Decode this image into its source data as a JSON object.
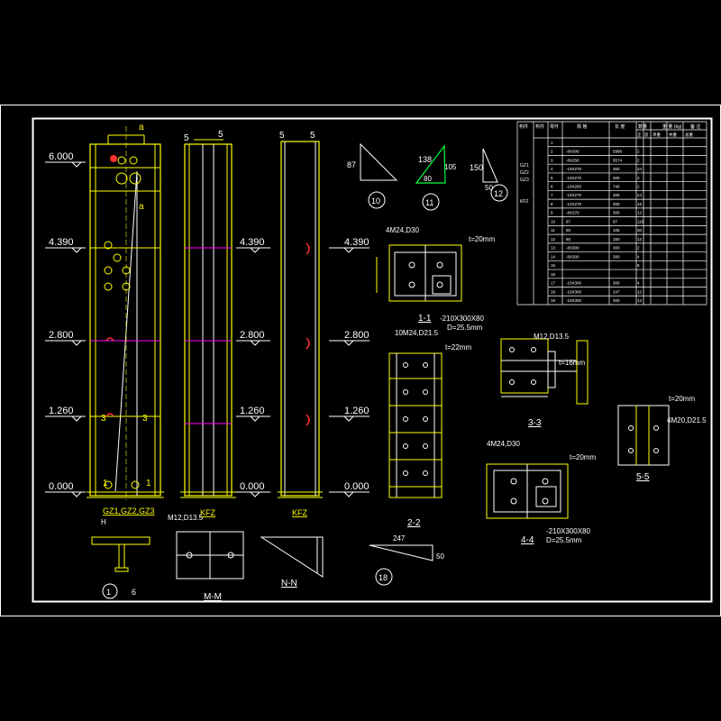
{
  "colors": {
    "background": "#000000",
    "frame": "#ffffff",
    "steel": "#ffff00",
    "weld": "#ff3030",
    "gridline": "#ff00ff",
    "table": "#ffffff",
    "highlight": "#00ff40"
  },
  "elevations": [
    "6.000",
    "4.390",
    "2.800",
    "1.260",
    "0.000"
  ],
  "columns": {
    "gz": {
      "caption": "GZ1,GZ2,GZ3"
    },
    "kfz1": {
      "caption": "KFZ"
    },
    "kfz2": {
      "caption": "KFZ"
    }
  },
  "dims": {
    "top_5a": "5",
    "top_5b": "5",
    "top_5c": "5",
    "top_5d": "5",
    "mark_3a": "3",
    "mark_3b": "3",
    "mark_1a": "1",
    "mark_1b": "1",
    "mark_a": "a",
    "mark_a2": "a"
  },
  "triangles": {
    "t10": {
      "side": "87",
      "tag": "10"
    },
    "t11": {
      "side_a": "138",
      "side_b": "80",
      "side_c": "105",
      "tag": "11"
    },
    "t12": {
      "side_a": "150",
      "side_b": "50",
      "tag": "12"
    },
    "t18": {
      "side_a": "247",
      "side_b": "50",
      "tag": "18"
    }
  },
  "sections": {
    "s11": {
      "title": "1-1",
      "bolt": "4M24,D30",
      "plate": "t=20mm",
      "base": "-210X300X80",
      "hole": "D=25.5mm"
    },
    "s22": {
      "title": "2-2",
      "bolt": "10M24,D21.5",
      "plate": "t=22mm"
    },
    "s33": {
      "title": "3-3",
      "bolt": "M12,D13.5",
      "plate": "t=16mm"
    },
    "s44": {
      "title": "4-4",
      "bolt": "4M24,D30",
      "plate": "t=20mm",
      "base": "-210X300X80",
      "hole": "D=25.5mm"
    },
    "s55": {
      "title": "5-5",
      "bolt": "4M20,D21.5",
      "plate": "t=20mm"
    },
    "sMM": {
      "title": "M-M",
      "bolt": "M12,D13.5"
    },
    "sNN": {
      "title": "N-N"
    },
    "sH": {
      "title": "1",
      "sub": "H",
      "label": "6"
    }
  },
  "table": {
    "header": [
      "构件\n编号",
      "构件\n数量",
      "零件\n编号",
      "规  格\n(mm)",
      "长 度\n(mm)",
      "数量",
      "",
      "重 量 (kg)",
      "",
      "",
      "备 注"
    ],
    "header_sub": [
      "正",
      "反",
      "单重",
      "共重",
      "总重"
    ],
    "group_labels": [
      "GZ1",
      "GZ2",
      "GZ3",
      "KFZ"
    ],
    "rows": [
      {
        "no": "1",
        "spec": "",
        "len": "",
        "q1": "",
        "q2": ""
      },
      {
        "no": "2",
        "spec": "-8X300",
        "len": "5988",
        "q1": "2",
        "q2": ""
      },
      {
        "no": "3",
        "spec": "-8X250",
        "len": "5574",
        "q1": "2",
        "q2": ""
      },
      {
        "no": "4",
        "spec": "-10X270",
        "len": "300",
        "q1": "24",
        "q2": ""
      },
      {
        "no": "5",
        "spec": "-10X270",
        "len": "300",
        "q1": "2",
        "q2": ""
      },
      {
        "no": "6",
        "spec": "-10X250",
        "len": "740",
        "q1": "2",
        "q2": ""
      },
      {
        "no": "7",
        "spec": "-10X270",
        "len": "300",
        "q1": "24",
        "q2": ""
      },
      {
        "no": "8",
        "spec": "-12X270",
        "len": "300",
        "q1": "16",
        "q2": ""
      },
      {
        "no": "9",
        "spec": "-8X270",
        "len": "300",
        "q1": "12",
        "q2": ""
      },
      {
        "no": "10",
        "spec": "87",
        "len": "87",
        "q1": "118",
        "q2": ""
      },
      {
        "no": "11",
        "spec": "80",
        "len": "105",
        "q1": "30",
        "q2": ""
      },
      {
        "no": "12",
        "spec": "50",
        "len": "150",
        "q1": "12",
        "q2": ""
      },
      {
        "no": "13",
        "spec": "-8X300",
        "len": "300",
        "q1": "2",
        "q2": ""
      },
      {
        "no": "14",
        "spec": "-8X300",
        "len": "300",
        "q1": "4",
        "q2": ""
      },
      {
        "no": "15",
        "spec": "",
        "len": "",
        "q1": "8",
        "q2": ""
      },
      {
        "no": "16",
        "spec": "",
        "len": "",
        "q1": "",
        "q2": ""
      },
      {
        "no": "17",
        "spec": "-10X300",
        "len": "300",
        "q1": "4",
        "q2": ""
      },
      {
        "no": "18",
        "spec": "-10X300",
        "len": "247",
        "q1": "12",
        "q2": ""
      },
      {
        "no": "19",
        "spec": "-10X300",
        "len": "300",
        "q1": "12",
        "q2": ""
      }
    ]
  }
}
